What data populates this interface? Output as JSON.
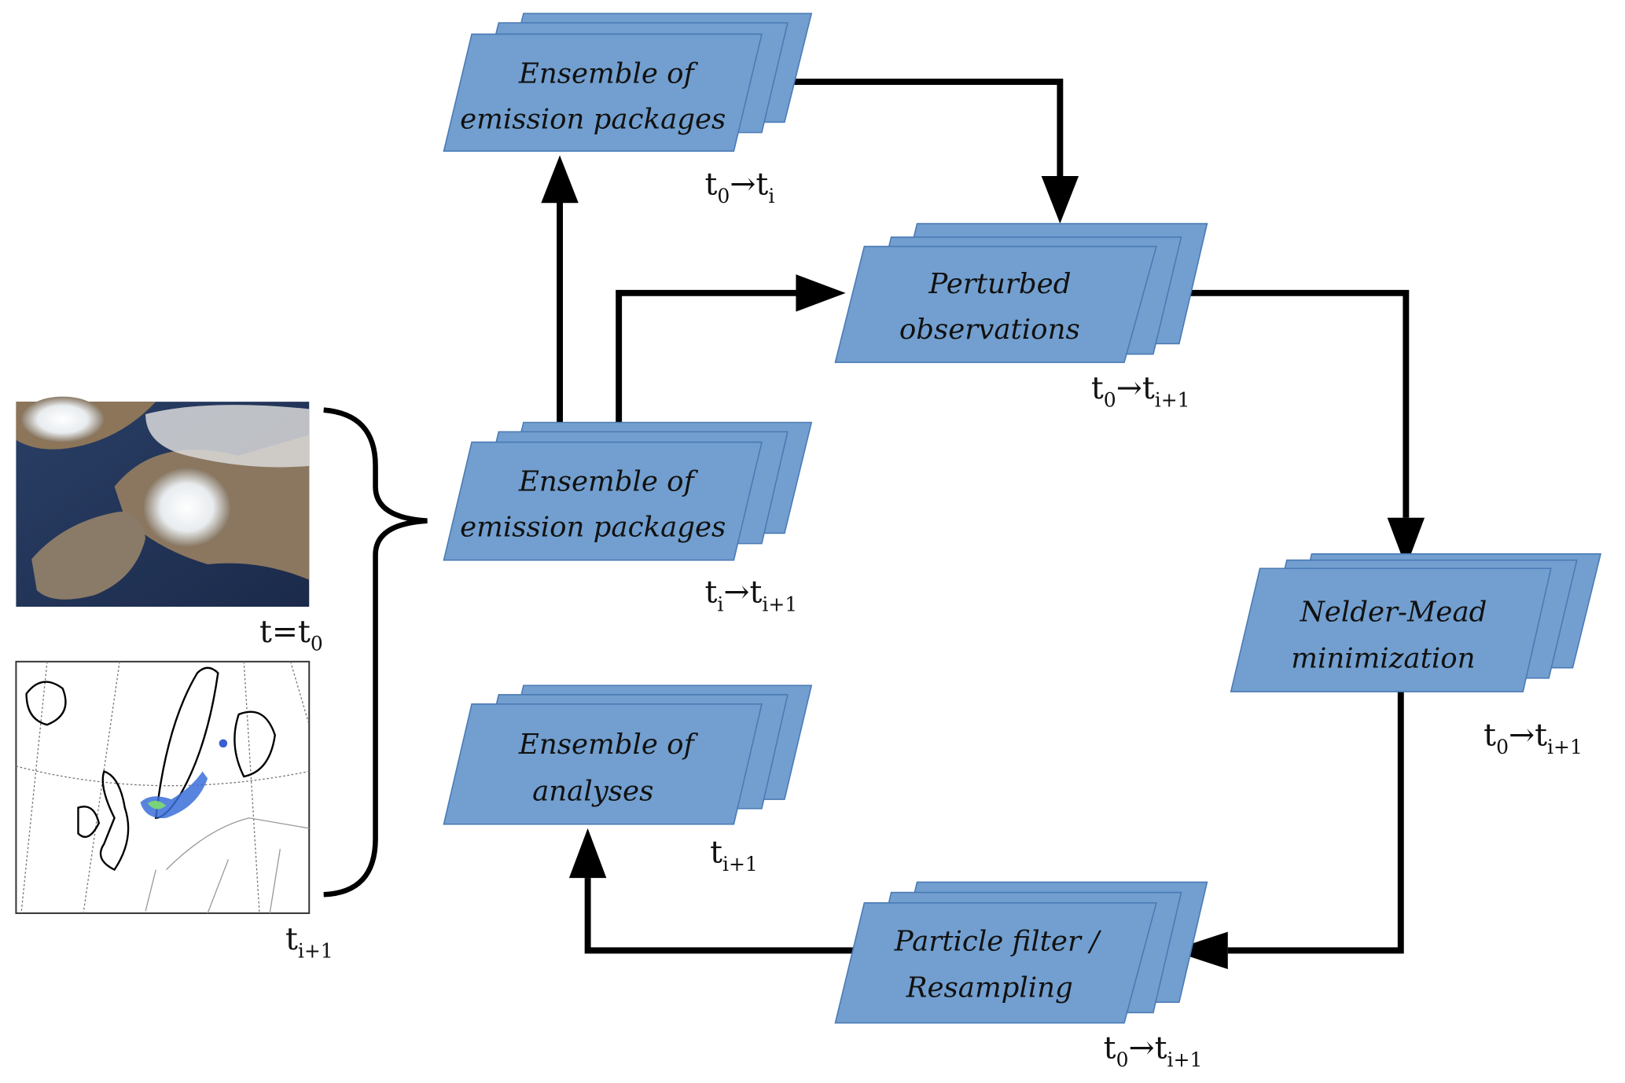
{
  "diagram": {
    "nodes": [
      {
        "id": "emission-top",
        "lines": [
          "Ensemble of",
          "emission packages"
        ],
        "time": {
          "base": "t",
          "sub0": "0",
          "arrow": "→",
          "base2": "t",
          "sub2": "i"
        }
      },
      {
        "id": "perturbed",
        "lines": [
          "Perturbed",
          "observations"
        ],
        "time": {
          "base": "t",
          "sub0": "0",
          "arrow": "→",
          "base2": "t",
          "sub2": "i+1"
        }
      },
      {
        "id": "emission-mid",
        "lines": [
          "Ensemble of",
          "emission packages"
        ],
        "time": {
          "base": "t",
          "sub0": "i",
          "arrow": "→",
          "base2": "t",
          "sub2": "i+1"
        }
      },
      {
        "id": "nelder",
        "lines": [
          "Nelder-Mead",
          "minimization"
        ],
        "time": {
          "base": "t",
          "sub0": "0",
          "arrow": "→",
          "base2": "t",
          "sub2": "i+1"
        }
      },
      {
        "id": "analyses",
        "lines": [
          "Ensemble of",
          "analyses"
        ],
        "time": {
          "base": "t",
          "sub0": "i+1"
        }
      },
      {
        "id": "particle",
        "lines": [
          "Particle filter /",
          "Resampling"
        ],
        "time": {
          "base": "t",
          "sub0": "0",
          "arrow": "→",
          "base2": "t",
          "sub2": "i+1"
        }
      }
    ],
    "images": [
      {
        "id": "volcano-photo",
        "caption": {
          "base": "t=t",
          "sub": "0"
        }
      },
      {
        "id": "europe-map",
        "caption": {
          "base": "t",
          "sub": "i+1"
        }
      }
    ],
    "colors": {
      "box_fill": "#729fcf",
      "box_stroke": "#4a7ab5",
      "arrow": "#000000"
    }
  }
}
